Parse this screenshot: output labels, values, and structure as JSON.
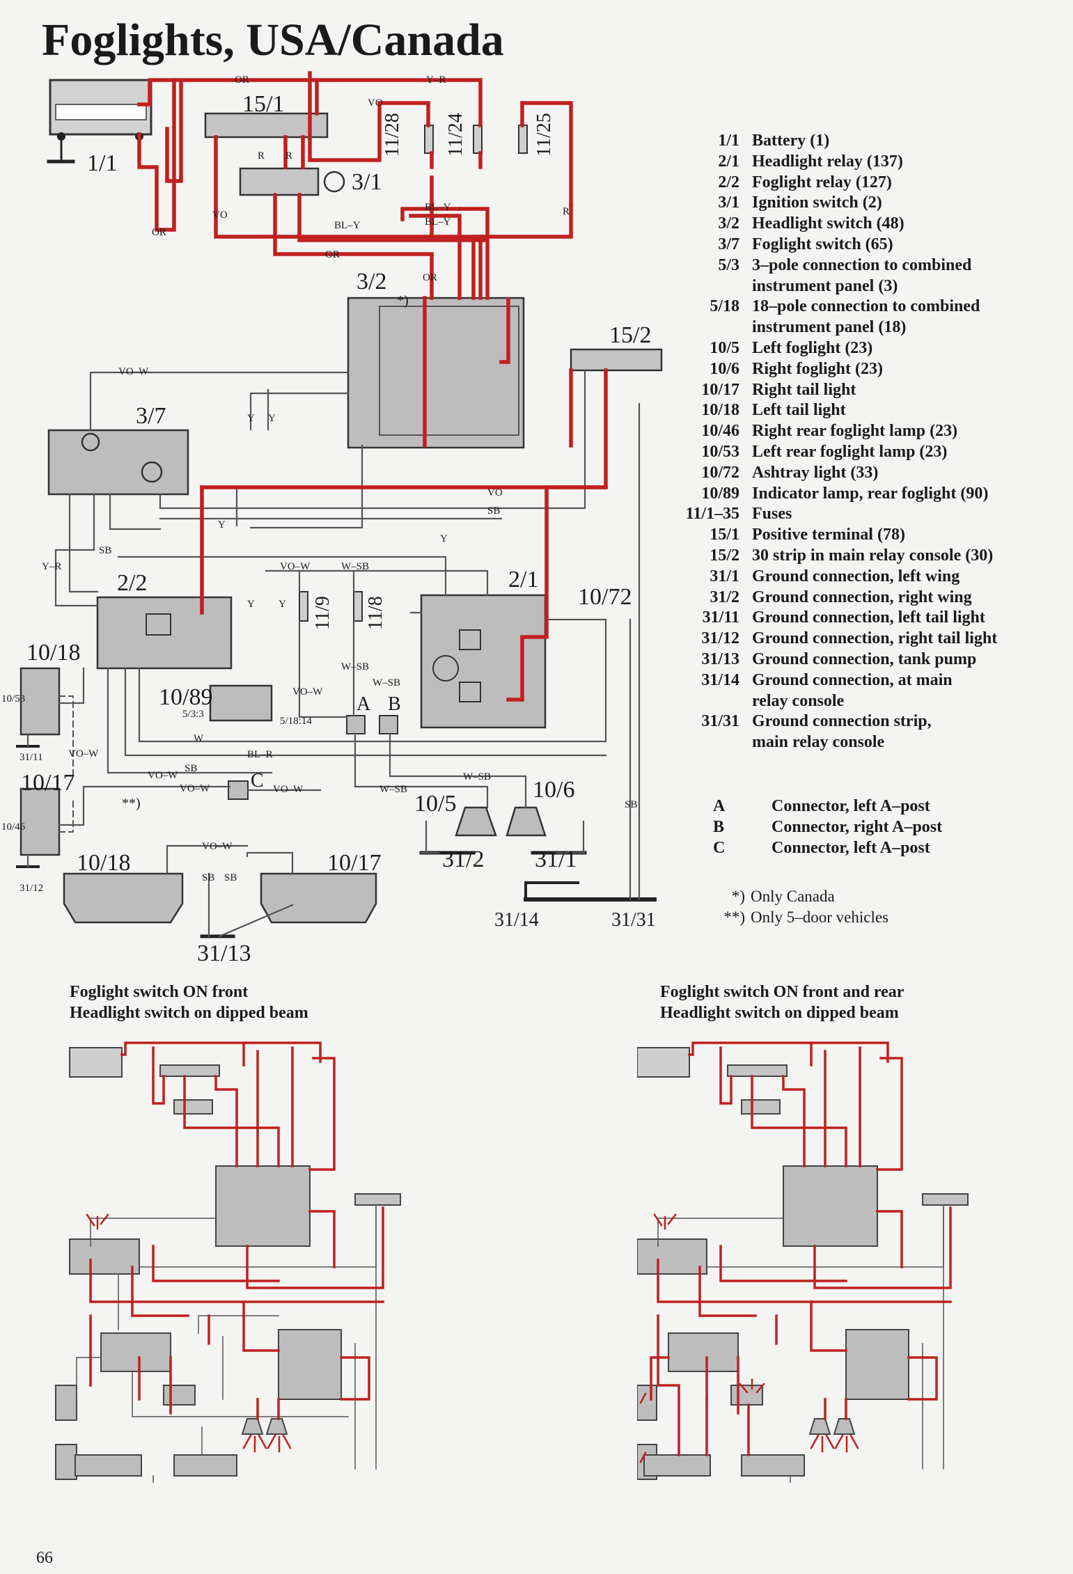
{
  "title": "Foglights, USA/Canada",
  "page_number": "66",
  "legend": [
    {
      "code": "1/1",
      "desc": "Battery (1)"
    },
    {
      "code": "2/1",
      "desc": "Headlight relay (137)"
    },
    {
      "code": "2/2",
      "desc": "Foglight relay (127)"
    },
    {
      "code": "3/1",
      "desc": "Ignition switch (2)"
    },
    {
      "code": "3/2",
      "desc": "Headlight switch (48)"
    },
    {
      "code": "3/7",
      "desc": "Foglight switch (65)"
    },
    {
      "code": "5/3",
      "desc": "3–pole connection to combined"
    },
    {
      "code": "",
      "desc": "instrument panel (3)"
    },
    {
      "code": "5/18",
      "desc": "18–pole connection to combined"
    },
    {
      "code": "",
      "desc": "instrument panel (18)"
    },
    {
      "code": "10/5",
      "desc": "Left foglight (23)"
    },
    {
      "code": "10/6",
      "desc": "Right foglight (23)"
    },
    {
      "code": "10/17",
      "desc": "Right tail light"
    },
    {
      "code": "10/18",
      "desc": "Left tail light"
    },
    {
      "code": "10/46",
      "desc": "Right rear foglight lamp (23)"
    },
    {
      "code": "10/53",
      "desc": "Left rear foglight lamp (23)"
    },
    {
      "code": "10/72",
      "desc": "Ashtray light (33)"
    },
    {
      "code": "10/89",
      "desc": "Indicator lamp, rear foglight (90)"
    },
    {
      "code": "11/1–35",
      "desc": "Fuses"
    },
    {
      "code": "15/1",
      "desc": "Positive terminal (78)"
    },
    {
      "code": "15/2",
      "desc": "30 strip in main relay console (30)"
    },
    {
      "code": "31/1",
      "desc": "Ground connection, left wing"
    },
    {
      "code": "31/2",
      "desc": "Ground connection, right wing"
    },
    {
      "code": "31/11",
      "desc": "Ground connection, left tail light"
    },
    {
      "code": "31/12",
      "desc": "Ground connection, right tail light"
    },
    {
      "code": "31/13",
      "desc": "Ground connection, tank pump"
    },
    {
      "code": "31/14",
      "desc": "Ground connection, at main"
    },
    {
      "code": "",
      "desc": "relay console"
    },
    {
      "code": "31/31",
      "desc": "Ground connection strip,"
    },
    {
      "code": "",
      "desc": "main relay console"
    }
  ],
  "connectors": [
    {
      "code": "A",
      "desc": "Connector, left A–post"
    },
    {
      "code": "B",
      "desc": "Connector, right A–post"
    },
    {
      "code": "C",
      "desc": "Connector, left A–post"
    }
  ],
  "notes": [
    {
      "mark": "*)",
      "text": "Only Canada"
    },
    {
      "mark": "**)",
      "text": "Only 5–door vehicles"
    }
  ],
  "captions": {
    "left": [
      "Foglight switch ON front",
      "Headlight switch on dipped beam"
    ],
    "right": [
      "Foglight switch ON front and rear",
      "Headlight switch on dipped beam"
    ]
  },
  "diagram_labels": {
    "components": [
      "1/1",
      "15/1",
      "3/1",
      "3/2",
      "3/7",
      "15/2",
      "2/2",
      "2/1",
      "10/72",
      "10/18",
      "10/17",
      "10/89",
      "10/5",
      "10/6",
      "31/2",
      "31/1",
      "31/14",
      "31/31",
      "31/13",
      "11/28",
      "11/24",
      "11/25",
      "11/9",
      "11/8",
      "A",
      "B",
      "C"
    ],
    "wire_colors": [
      "OR",
      "Y–R",
      "VO",
      "R",
      "BL–Y",
      "VO–W",
      "Y",
      "SB",
      "W–SB",
      "W",
      "BL–R"
    ],
    "small": [
      "10/53",
      "10/46",
      "31/11",
      "31/12",
      "5/3:3",
      "5/18:14",
      "*)",
      "**)"
    ]
  },
  "colors": {
    "wire_red": "#c0201f",
    "wire_dark": "#4a4a4a",
    "box_fill": "#bdbdbd"
  }
}
